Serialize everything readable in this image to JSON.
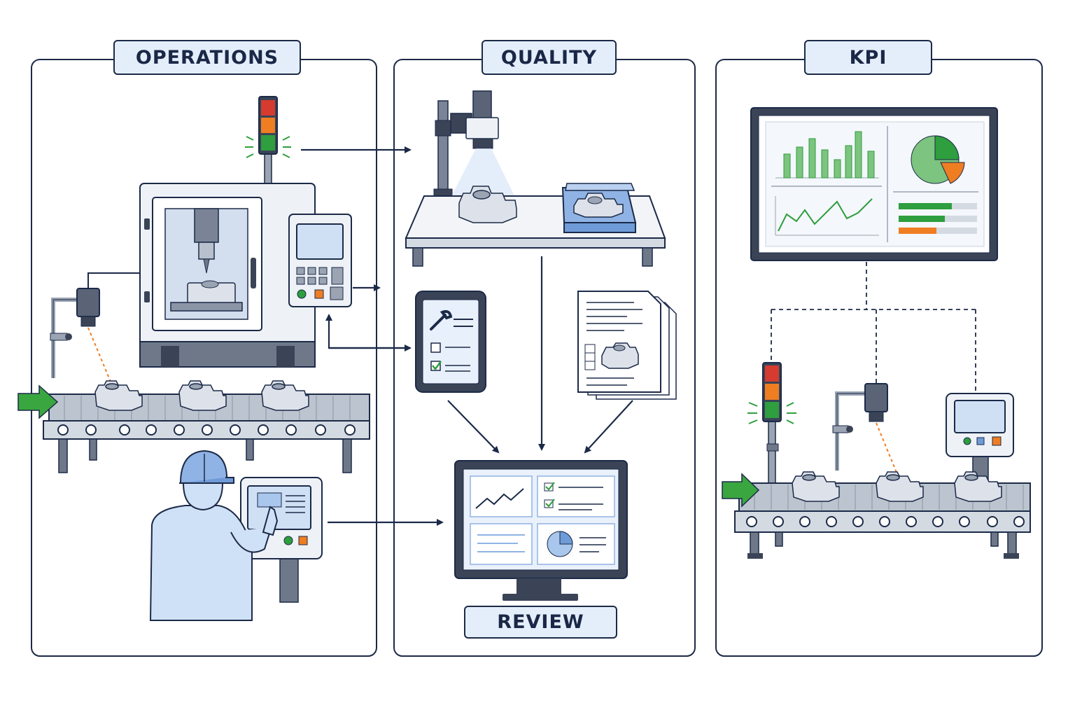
{
  "panels": {
    "operations": {
      "title": "OPERATIONS"
    },
    "quality": {
      "title": "QUALITY"
    },
    "kpi": {
      "title": "KPI"
    }
  },
  "review": {
    "label": "REVIEW"
  },
  "colors": {
    "outline": "#1c2a48",
    "label_fill": "#e4eefb",
    "machine_fill": "#eef2f7",
    "screen_fill": "#cfe0f5",
    "steel": "#9aa4b2",
    "green": "#2e9e3e",
    "orange": "#ef7d22",
    "red": "#d63b2f",
    "chart_green": "#7cc47f",
    "arrow_green": "#3aa63f",
    "operator_fill": "#cfe1f6"
  }
}
